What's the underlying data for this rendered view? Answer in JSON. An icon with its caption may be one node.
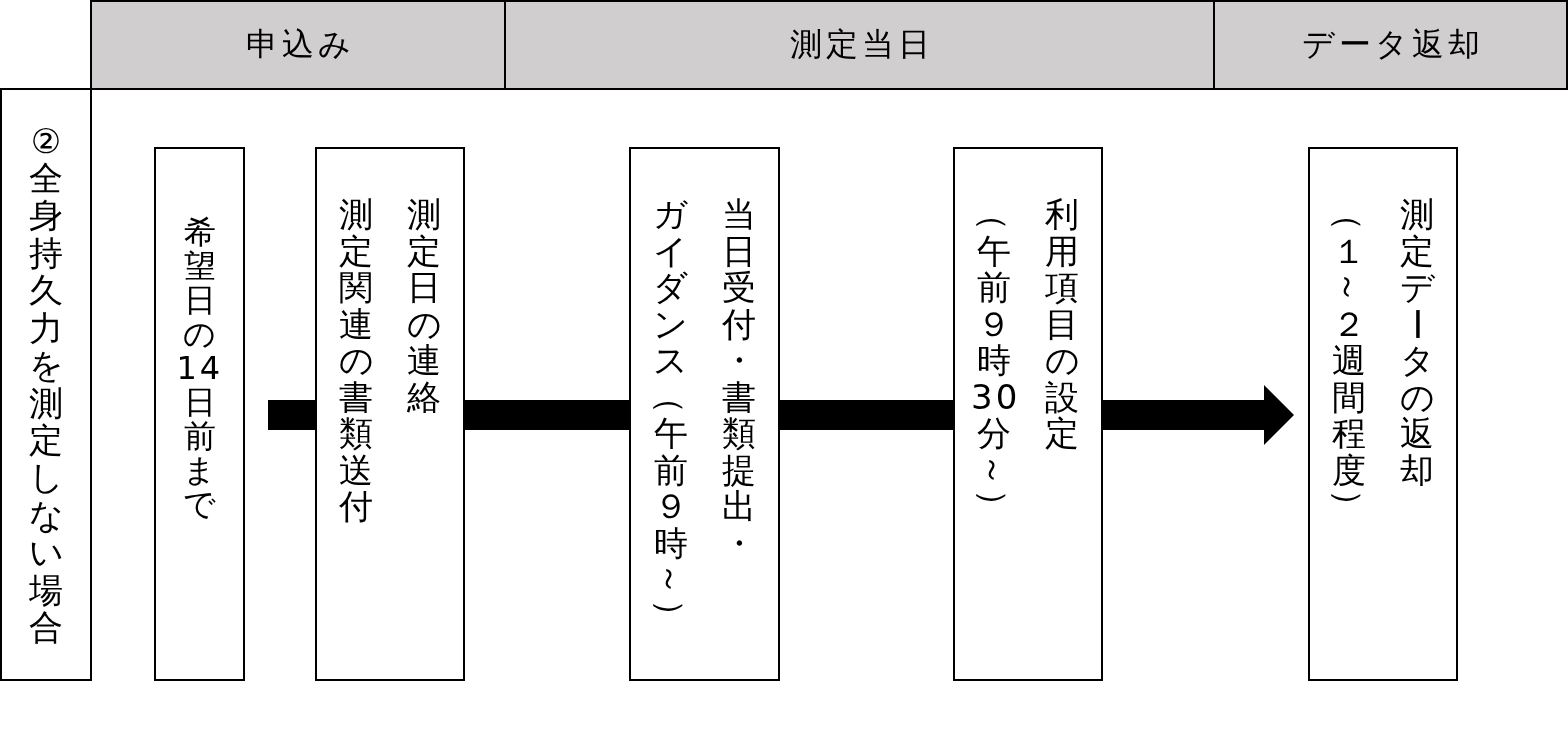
{
  "diagram": {
    "nodes": [
      {
        "text": [
          "申込み"
        ]
      },
      {
        "text": [
          "測定当日"
        ]
      },
      {
        "text": [
          "データ返却"
        ]
      },
      {
        "text": [
          "②全身持久力を測定しない場合"
        ]
      },
      {
        "text": [
          "希望日の14日前まで"
        ]
      },
      {
        "text": [
          "測定日の連絡測定関連の書類送付"
        ]
      },
      {
        "text": [
          "当日受付・書類提出・",
          "ガイダンス（午前９時～）"
        ]
      },
      {
        "text": [
          "利用項目の設定",
          "（午前９時30分～）"
        ]
      },
      {
        "text": [
          "測定データの返却",
          "（１～２週間程度）"
        ]
      }
    ],
    "edges": [
      {
        "from": null,
        "to": 5,
        "arrow": "none"
      },
      {
        "from": 5,
        "to": 6,
        "arrow": "none"
      },
      {
        "from": 6,
        "to": 7,
        "arrow": "none"
      },
      {
        "from": 7,
        "to": 8,
        "arrow": "to"
      }
    ]
  }
}
